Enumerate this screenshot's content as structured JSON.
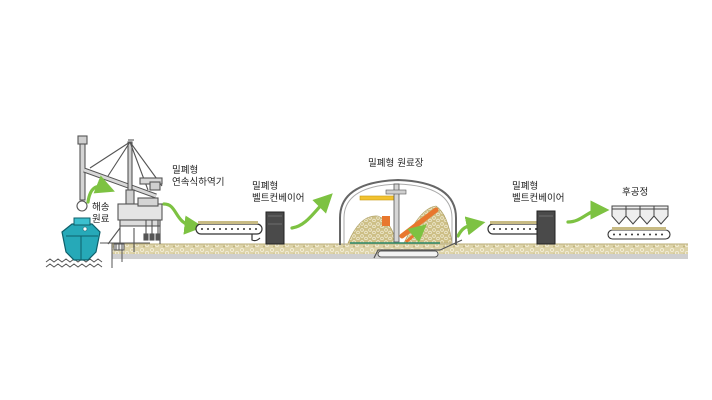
{
  "diagram": {
    "title": "",
    "colors": {
      "ground_fill": "#d9cfa3",
      "ground_gravel": "#e8e2c8",
      "ground_base": "#c9c9c9",
      "arrow_green": "#7dc242",
      "ship_teal": "#26a9b8",
      "ship_dark": "#167f8c",
      "machine_gray": "#7a7a7a",
      "orange_feeder": "#e8772e",
      "yellow_boom": "#f2c230",
      "hopper_dark": "#4a4a4a"
    },
    "stages": [
      {
        "id": "ship",
        "label_line1": "해송",
        "label_line2": "원료"
      },
      {
        "id": "unloader",
        "label_line1": "밀폐형",
        "label_line2": "연속식하역기"
      },
      {
        "id": "conveyor1",
        "label_line1": "밀폐형",
        "label_line2": "벨트컨베이어"
      },
      {
        "id": "yard",
        "label_line1": "밀폐형 원료장"
      },
      {
        "id": "conveyor2",
        "label_line1": "밀폐형",
        "label_line2": "벨트컨베이어"
      },
      {
        "id": "post",
        "label_line1": "후공정"
      }
    ]
  }
}
